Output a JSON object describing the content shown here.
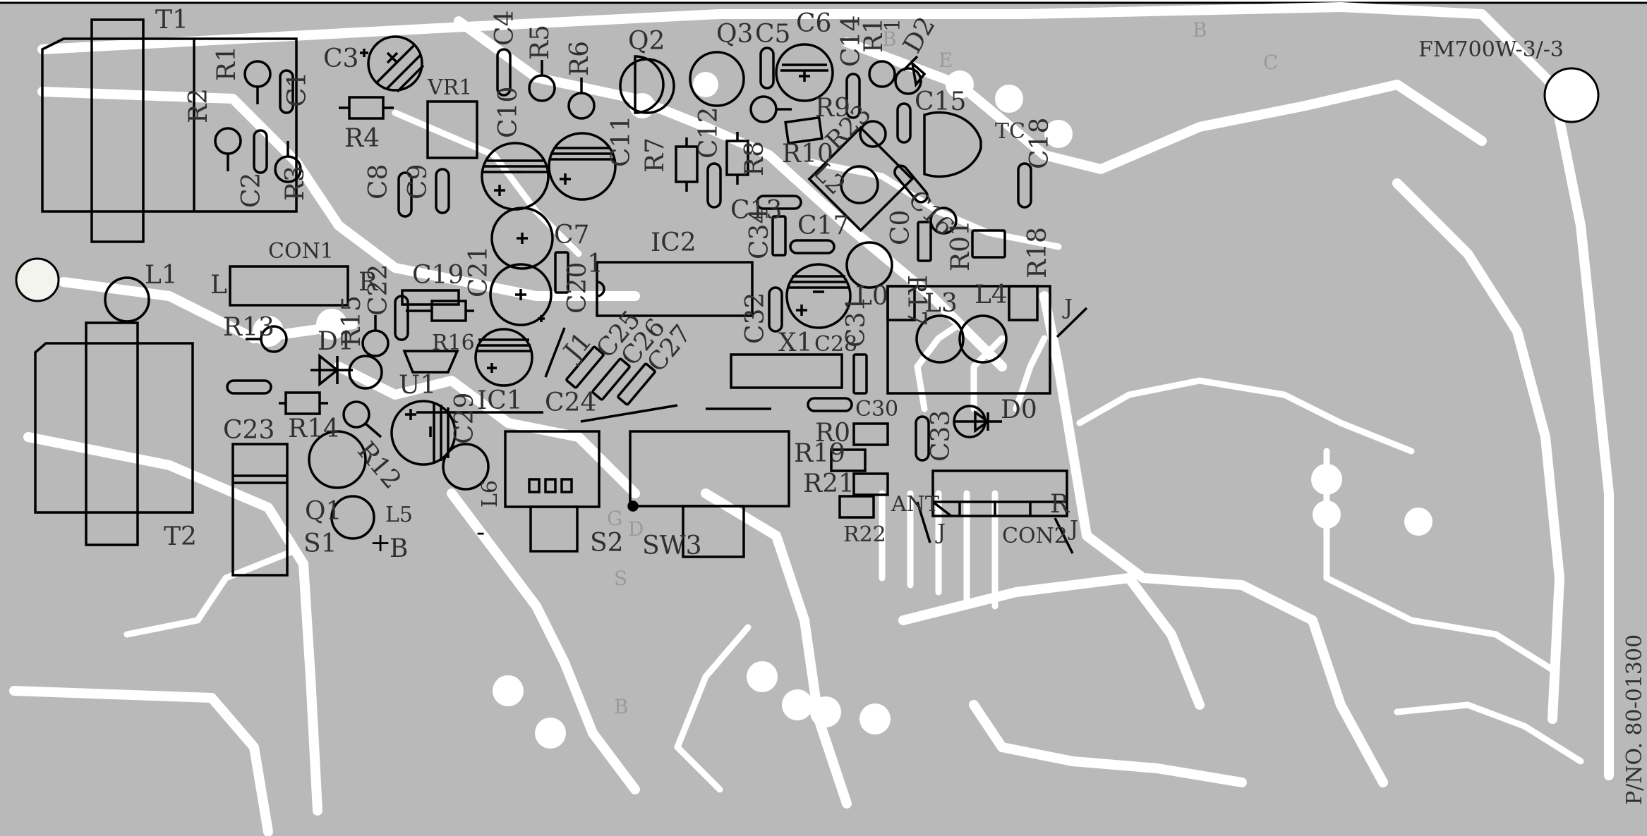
{
  "board": {
    "model_label": "FM700W-3/-3",
    "part_number_label": "P/NO. 80-01300"
  },
  "labels": {
    "T1": "T1",
    "T2": "T2",
    "R1a": "R1",
    "R2": "R2",
    "R3": "R3",
    "C1": "C1",
    "C2": "C2",
    "C3": "C3",
    "R4": "R4",
    "VR1": "VR1",
    "C4": "C4",
    "R5": "R5",
    "R6": "R6",
    "C8": "C8",
    "C9": "C9",
    "C10": "C10",
    "C11": "C11",
    "C7": "C7",
    "C21": "C21",
    "C20": "C20",
    "Q2": "Q2",
    "Q3": "Q3",
    "C5": "C5",
    "C6": "C6",
    "C14": "C14",
    "R1b": "R1",
    "D2": "D2",
    "one": "1",
    "R9": "R9",
    "R10": "R10",
    "R7": "R7",
    "C12": "C12",
    "R8": "R8",
    "L2": "L2",
    "R23": "R23",
    "C15": "C15",
    "TC": "TC",
    "C18": "C18",
    "C16": "C16",
    "C13": "C13",
    "C34": "C34",
    "C17": "C17",
    "C0": "C0",
    "R17": "R17",
    "R01": "R01",
    "R18": "R18",
    "CON1": "CON1",
    "L_side": "L",
    "R_side": "R",
    "IC2": "IC2",
    "pin1": "1",
    "L1": "L1",
    "C19": "C19",
    "C22": "C22",
    "R13": "R13",
    "R15": "R15",
    "D1": "D1",
    "R16": "R16",
    "U1": "U1",
    "J1": "J1",
    "C25": "C25",
    "C26": "C26",
    "C27": "C27",
    "IC1": "IC1",
    "C24": "C24",
    "R14": "R14",
    "C23": "C23",
    "R12": "R12",
    "C29": "C29",
    "L6": "L6",
    "Q1": "Q1",
    "L5": "L5",
    "S1": "S1",
    "B": "B",
    "S2": "S2",
    "SW3": "SW3",
    "L0": "L0",
    "C32": "C32",
    "X1": "X1",
    "C28": "C28",
    "C31": "C31",
    "L3": "L3",
    "L4": "L4",
    "J_a": "J",
    "C30": "C30",
    "R0": "R0",
    "R19": "R19",
    "R21": "R21",
    "R22": "R22",
    "ANT": "ANT",
    "D0": "D0",
    "C33": "C33",
    "J_b": "J",
    "CON2": "CON2",
    "R_con2": "R",
    "J_c": "J"
  }
}
